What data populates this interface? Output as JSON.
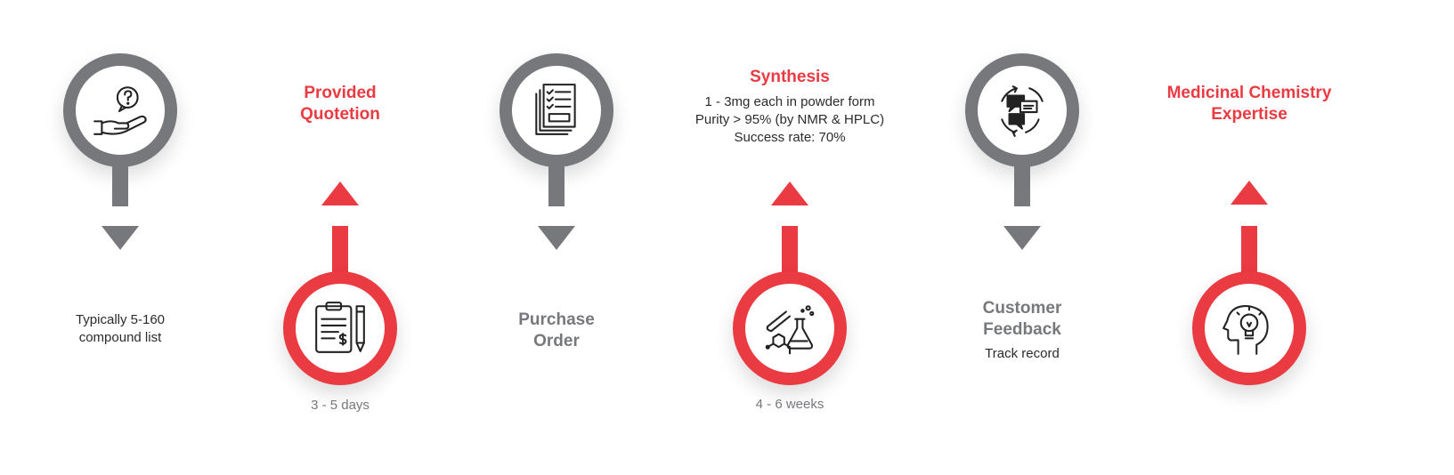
{
  "colors": {
    "accent": "#ea3a42",
    "neutral": "#76787b"
  },
  "steps": [
    {
      "icon": "question-hand-icon",
      "note": "Typically 5-160\ncompound list"
    },
    {
      "icon": "quotation-clipboard-icon",
      "title": "Provided\nQuotetion",
      "duration": "3 - 5 days"
    },
    {
      "icon": "documents-checklist-icon",
      "title": "Purchase\nOrder"
    },
    {
      "icon": "chemistry-flask-icon",
      "title": "Synthesis",
      "note": "1 - 3mg each in powder form\nPurity > 95% (by NMR & HPLC)\nSuccess rate: 70%",
      "duration": "4 - 6 weeks"
    },
    {
      "icon": "feedback-chat-cycle-icon",
      "title": "Customer\nFeedback",
      "note": "Track record"
    },
    {
      "icon": "head-lightbulb-icon",
      "title": "Medicinal Chemistry\nExpertise"
    }
  ]
}
